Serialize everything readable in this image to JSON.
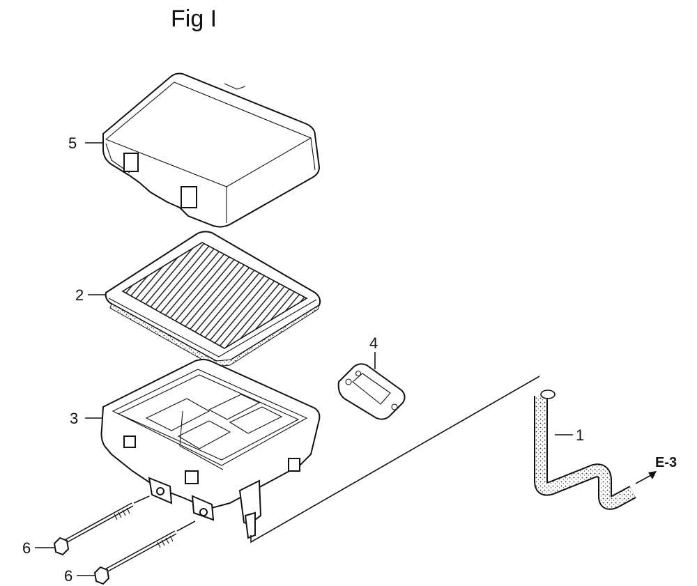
{
  "figure": {
    "title": "Fig I"
  },
  "callouts": [
    {
      "id": "1",
      "part": "tube"
    },
    {
      "id": "2",
      "part": "air-filter-element"
    },
    {
      "id": "3",
      "part": "air-cleaner-case"
    },
    {
      "id": "4",
      "part": "gasket"
    },
    {
      "id": "5",
      "part": "air-cleaner-cover"
    },
    {
      "id": "6",
      "part": "bolt-upper"
    },
    {
      "id": "6",
      "part": "bolt-lower"
    }
  ],
  "reference": {
    "label": "E-3"
  }
}
